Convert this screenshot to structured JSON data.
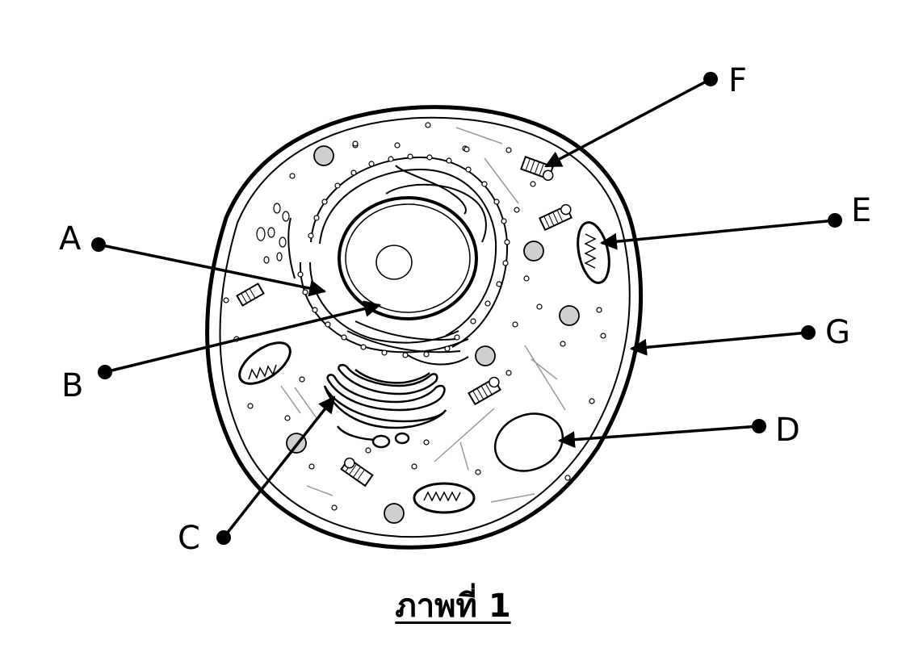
{
  "labels": {
    "a": "A",
    "b": "B",
    "c": "C",
    "d": "D",
    "e": "E",
    "f": "F",
    "g": "G"
  },
  "caption": "ภาพที่ 1"
}
